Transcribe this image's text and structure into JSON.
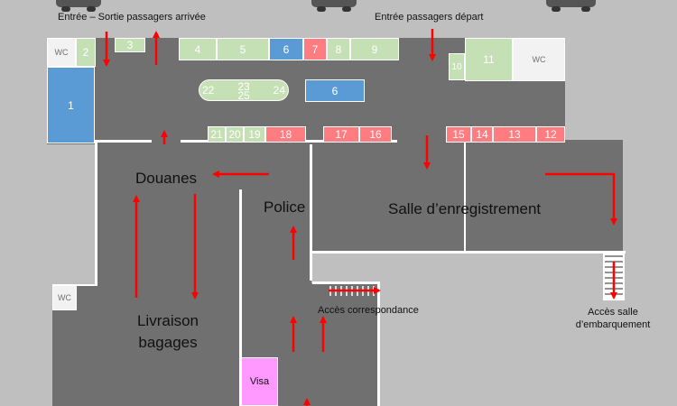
{
  "labels": {
    "entry_exit_arrivals": "Entrée – Sortie passagers arrivée",
    "entry_departure": "Entrée passagers départ",
    "customs": "Douanes",
    "police": "Police",
    "checkin_hall": "Salle d’enregistrement",
    "baggage_claim_1": "Livraison",
    "baggage_claim_2": "bagages",
    "connection_access": "Accès correspondance",
    "boarding_access_1": "Accès salle",
    "boarding_access_2": "d’embarquement",
    "visa": "Visa"
  },
  "rooms": {
    "wc_top_left": "WC",
    "wc_top_right": "WC",
    "wc_lower_left": "WC",
    "r1": "1",
    "r2": "2",
    "r3": "3",
    "r4": "4",
    "r5": "5",
    "r6_top": "6",
    "r7": "7",
    "r8": "8",
    "r9": "9",
    "r6_mid": "6",
    "r10": "10",
    "r11": "11",
    "r12": "12",
    "r13": "13",
    "r14": "14",
    "r15": "15",
    "r16": "16",
    "r17": "17",
    "r18": "18",
    "r19": "19",
    "r20": "20",
    "r21": "21",
    "r22": "22",
    "r23": "23",
    "r24": "24",
    "r25": "25"
  },
  "colors": {
    "background": "#bfbfbf",
    "floor": "#707070",
    "shop_green": "#c5e0b4",
    "shop_pink": "#ff7c80",
    "office_blue": "#5b9bd5",
    "visa_pink": "#ff99ff",
    "arrow_red": "#ff0000"
  }
}
